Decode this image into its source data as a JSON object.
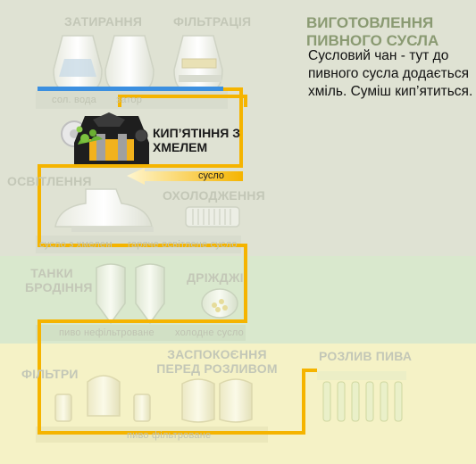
{
  "title": "ВИГОТОВЛЕННЯ ПИВНОГО СУСЛА",
  "description": "Сусловий чан - тут до пивного сусла додається хміль. Суміш кип’ятиться.",
  "stages": {
    "mashing": "ЗАТИРАННЯ",
    "filtration": "ФІЛЬТРАЦІЯ",
    "boiling": "КИП’ЯТІННЯ З ХМЕЛЕМ",
    "clarification": "ОСВІТЛЕННЯ",
    "cooling": "ОХОЛОДЖЕННЯ",
    "fermentation_tanks": "ТАНКИ БРОДІННЯ",
    "yeast": "ДРІЖДЖІ",
    "filters": "ФІЛЬТРИ",
    "pre_bottling": "ЗАСПОКОЄННЯ ПЕРЕД РОЗЛИВОМ",
    "bottling": "РОЗЛИВ ПИВА"
  },
  "flow_labels": {
    "malt_water": "сол. вода",
    "mash": "затор",
    "wort": "сусло",
    "wort_hops": "сусло з хмелем",
    "hot_clarified_wort": "гаряче освітлене сусло",
    "unfiltered_beer": "пиво нефільтроване",
    "cold_wort": "холодне сусло",
    "filtered_beer": "пиво фільтроване"
  },
  "colors": {
    "background_top": "#dfe2d3",
    "background_mid": "#d8e8cc",
    "background_bottom": "#f4f1c4",
    "pipe": "#f5b400",
    "water_pipe": "#3b8fe0",
    "title": "#8a9a72",
    "inactive_label": "#c3c7b7"
  },
  "icons": {
    "gear": "gear-icon",
    "hops": "hops-icon",
    "arrow": "arrow-left-icon"
  }
}
